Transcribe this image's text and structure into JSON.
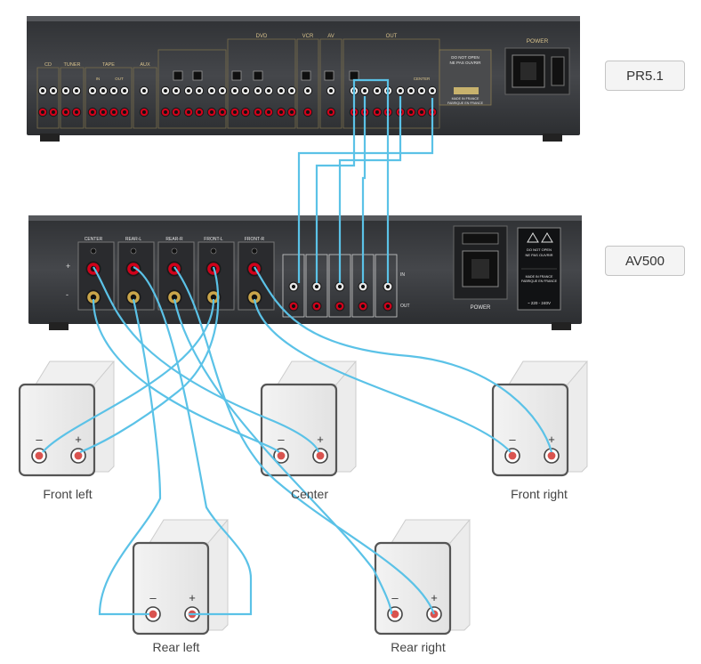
{
  "devices": {
    "top": {
      "label": "PR5.1",
      "sections": {
        "cd": "CD",
        "tuner": "TUNER",
        "tape": "TAPE",
        "aux": "AUX",
        "dvd": "DVD",
        "vcr": "VCR",
        "av": "AV",
        "out": "OUT",
        "power": "POWER"
      },
      "tape_sub": [
        "IN",
        "OUT"
      ],
      "center": "CENTER",
      "notice": [
        "DO NOT OPEN",
        "NE PAS OUVRIR"
      ],
      "made_in": [
        "MADE IN FRANCE",
        "FABRIQUE EN FRANCE"
      ]
    },
    "bottom": {
      "label": "AV500",
      "channels": [
        "CENTER",
        "REAR-L",
        "REAR-R",
        "FRONT-L",
        "FRONT-R"
      ],
      "io": [
        "IN",
        "OUT"
      ],
      "power": "POWER",
      "notice": [
        "DO NOT OPEN",
        "NE PAS OUVRIR"
      ],
      "made_in": [
        "MADE IN FRANCE",
        "FABRIQUE EN FRANCE"
      ],
      "voltage": "~ 220 - 240V"
    }
  },
  "speakers": [
    {
      "id": "front-left",
      "label": "Front left",
      "minus": "–",
      "plus": "+"
    },
    {
      "id": "center",
      "label": "Center",
      "minus": "–",
      "plus": "+"
    },
    {
      "id": "front-right",
      "label": "Front right",
      "minus": "–",
      "plus": "+"
    },
    {
      "id": "rear-left",
      "label": "Rear left",
      "minus": "–",
      "plus": "+"
    },
    {
      "id": "rear-right",
      "label": "Rear right",
      "minus": "–",
      "plus": "+"
    }
  ],
  "colors": {
    "cable": "#5bc2e7",
    "chassis": "#3b3d41",
    "jack_red": "#d0021b",
    "jack_gold": "#c9a54a"
  }
}
